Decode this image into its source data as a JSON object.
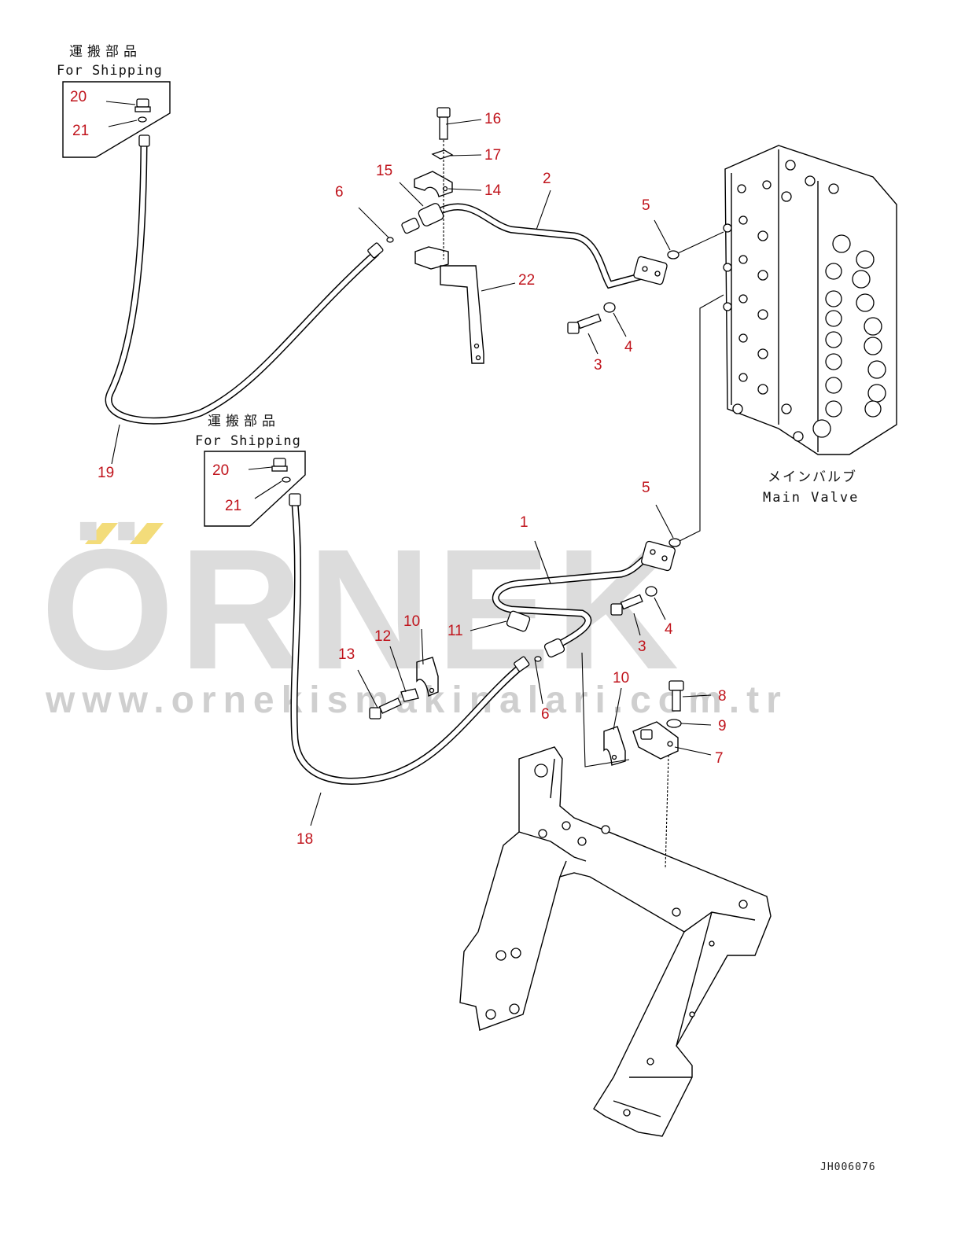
{
  "watermark": {
    "brand": "ÖRNEK",
    "url": "www.ornekismakinalari.com.tr",
    "accent_color": "#f3dc7a",
    "text_color": "#dcdcdc"
  },
  "shipping_boxes": [
    {
      "jp": "運搬部品",
      "en": "For Shipping",
      "items": [
        "20",
        "21"
      ]
    },
    {
      "jp": "運搬部品",
      "en": "For Shipping",
      "items": [
        "20",
        "21"
      ]
    }
  ],
  "main_valve": {
    "jp": "メインバルブ",
    "en": "Main Valve"
  },
  "callouts": [
    "1",
    "2",
    "3",
    "3",
    "4",
    "4",
    "5",
    "5",
    "6",
    "6",
    "7",
    "8",
    "9",
    "10",
    "10",
    "11",
    "12",
    "13",
    "14",
    "15",
    "16",
    "17",
    "18",
    "19",
    "22"
  ],
  "drawing_code": "JH006076",
  "colors": {
    "callout": "#c0141c",
    "line": "#000000"
  }
}
